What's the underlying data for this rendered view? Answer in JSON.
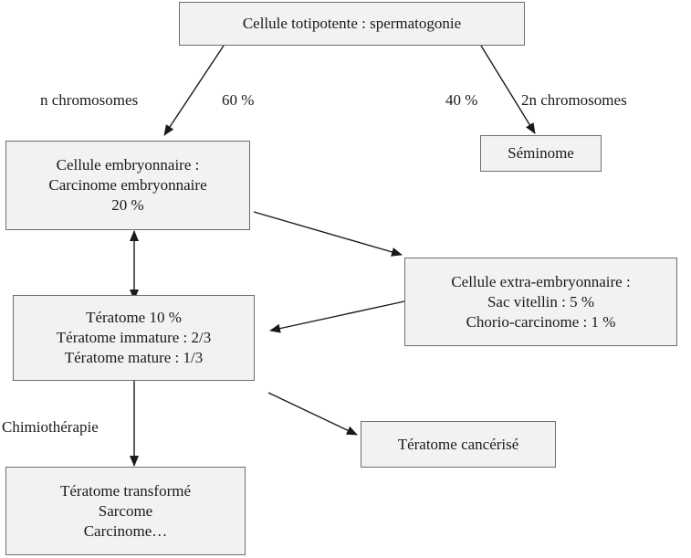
{
  "boxes": {
    "totipotent": {
      "lines": [
        "Cellule totipotente : spermatogonie"
      ]
    },
    "embryonic": {
      "lines": [
        "Cellule embryonnaire :",
        "Carcinome embryonnaire",
        "20 %"
      ]
    },
    "seminoma": {
      "lines": [
        "Séminome"
      ]
    },
    "extra_embryonic": {
      "lines": [
        "Cellule extra-embryonnaire :",
        "Sac vitellin : 5 %",
        "Chorio-carcinome : 1 %"
      ]
    },
    "teratoma": {
      "lines": [
        "Tératome 10 %",
        "Tératome immature : 2/3",
        "Tératome mature : 1/3"
      ]
    },
    "cancerized_teratoma": {
      "lines": [
        "Tératome cancérisé"
      ]
    },
    "transformed_teratoma": {
      "lines": [
        "Tératome transformé",
        "Sarcome",
        "Carcinome…"
      ]
    }
  },
  "labels": {
    "n_chromosomes": "n chromosomes",
    "pct_60": "60 %",
    "pct_40": "40 %",
    "two_n_chromosomes": "2n chromosomes",
    "chemotherapy": "Chimiothérapie"
  },
  "colors": {
    "box_fill": "#f2f2f2",
    "box_border": "#6e6e6e",
    "arrow": "#1a1a1a"
  }
}
